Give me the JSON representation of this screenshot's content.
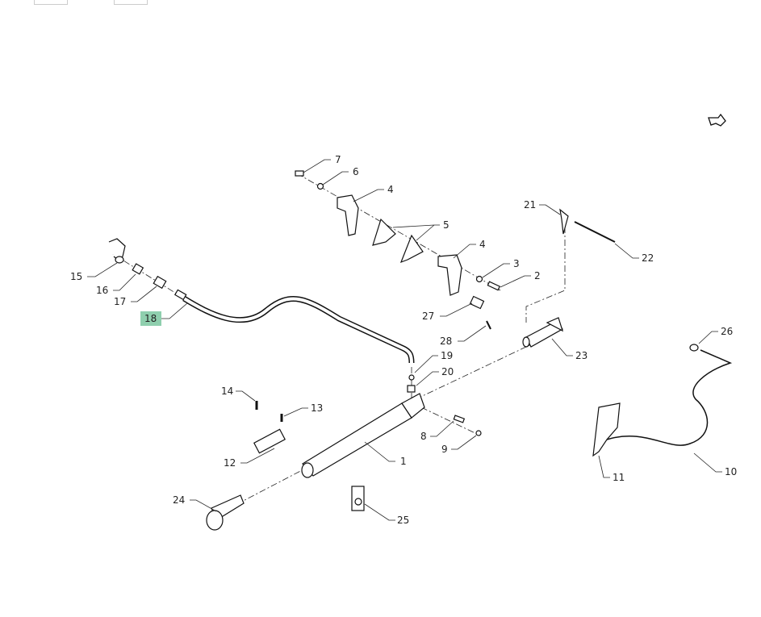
{
  "diagram": {
    "callouts": {
      "c1": "1",
      "c2": "2",
      "c3": "3",
      "c4a": "4",
      "c4b": "4",
      "c5": "5",
      "c6": "6",
      "c7": "7",
      "c8": "8",
      "c9": "9",
      "c10": "10",
      "c11": "11",
      "c12": "12",
      "c13": "13",
      "c14": "14",
      "c15": "15",
      "c16": "16",
      "c17": "17",
      "c18": "18",
      "c19": "19",
      "c20": "20",
      "c21": "21",
      "c22": "22",
      "c23": "23",
      "c24": "24",
      "c25": "25",
      "c26": "26",
      "c27": "27",
      "c28": "28"
    },
    "highlighted_callout": "18",
    "highlight_color": "#8fcfae",
    "nav_icon": "next-view-arrow-icon"
  }
}
